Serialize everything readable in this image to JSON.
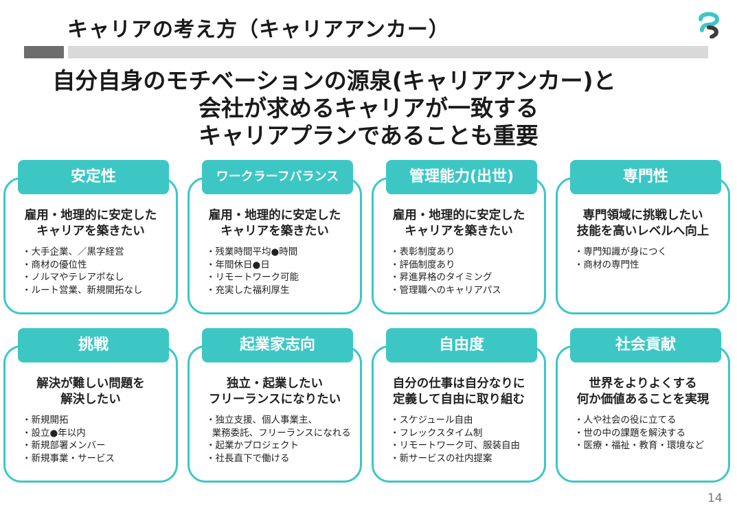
{
  "header": {
    "title": "キャリアの考え方（キャリアアンカー）",
    "brand_color": "#3cc7c5"
  },
  "headline": {
    "line1": "自分自身のモチベーションの源泉(キャリアアンカー)と",
    "line2": "会社が求めるキャリアが一致する",
    "line3": "キャリアプランであることも重要"
  },
  "cards": [
    {
      "label": "安定性",
      "lead": [
        "雇用・地理的に安定した",
        "キャリアを築きたい"
      ],
      "items": [
        "・大手企業、／黒字経営",
        "・商材の優位性",
        "・ノルマやテレアポなし",
        "・ルート営業、新規開拓なし"
      ]
    },
    {
      "label": "ワークラーフバランス",
      "lead": [
        "雇用・地理的に安定した",
        "キャリアを築きたい"
      ],
      "items": [
        "・残業時間平均●時間",
        "・年間休日●日",
        "・リモートワーク可能",
        "・充実した福利厚生"
      ]
    },
    {
      "label": "管理能力(出世)",
      "lead": [
        "雇用・地理的に安定した",
        "キャリアを築きたい"
      ],
      "items": [
        "・表彰制度あり",
        "・評価制度あり",
        "・昇進昇格のタイミング",
        "・管理職へのキャリアパス"
      ]
    },
    {
      "label": "専門性",
      "lead": [
        "専門領域に挑戦したい",
        "技能を高いレベルへ向上"
      ],
      "items": [
        "・専門知識が身につく",
        "・商材の専門性"
      ]
    },
    {
      "label": "挑戦",
      "lead": [
        "解決が難しい問題を",
        "解決したい"
      ],
      "items": [
        "・新規開拓",
        "・設立●年以内",
        "・新規部署メンバー",
        "・新規事業・サービス"
      ]
    },
    {
      "label": "起業家志向",
      "lead": [
        "独立・起業したい",
        "フリーランスになりたい"
      ],
      "items": [
        "・独立支援、個人事業主、",
        "  業務委託、フリーランスになれる",
        "・起業かプロジェクト",
        "・社長直下で働ける"
      ]
    },
    {
      "label": "自由度",
      "lead": [
        "自分の仕事は自分なりに",
        "定義して自由に取り組む"
      ],
      "items": [
        "・スケジュール自由",
        "・フレックスタイム制",
        "・リモートワーク可、服装自由",
        "・新サービスの社内提案"
      ]
    },
    {
      "label": "社会貢献",
      "lead": [
        "世界をよりよくする",
        "何か価値あることを実現"
      ],
      "items": [
        "・人や社会の役に立てる",
        "・世の中の課題を解決する",
        "・医療・福祉・教育・環境など"
      ]
    }
  ],
  "footer": {
    "page_number": "14"
  }
}
